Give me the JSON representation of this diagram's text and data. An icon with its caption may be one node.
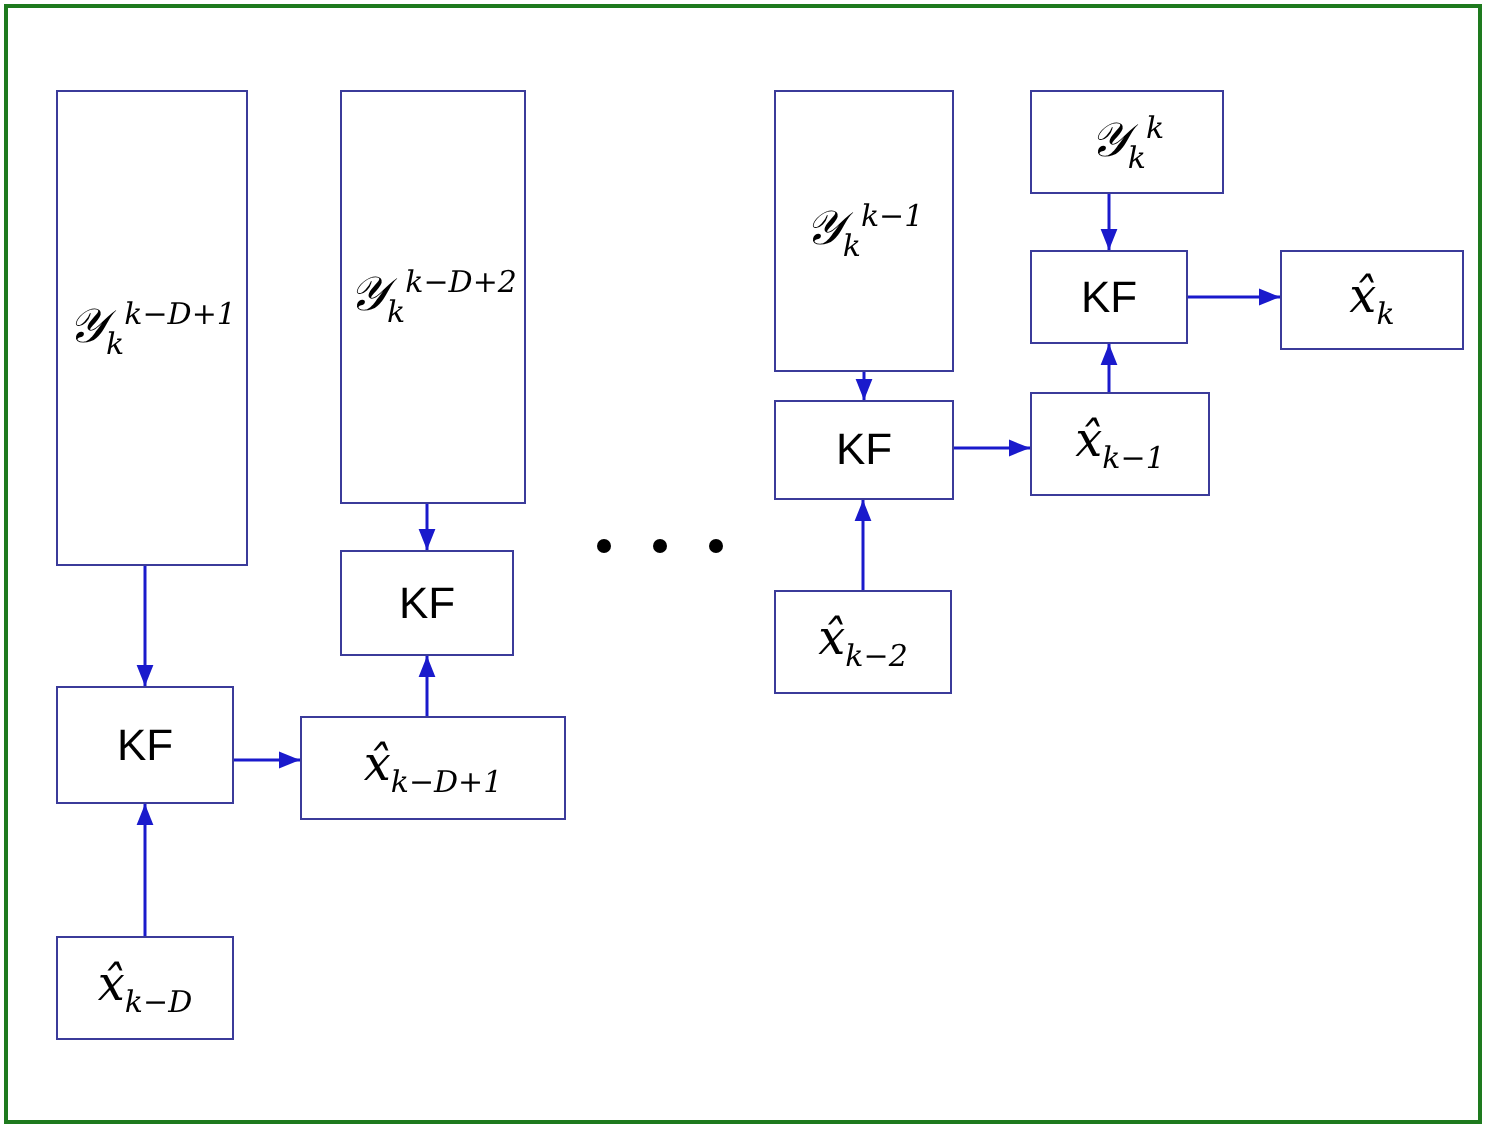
{
  "diagram": {
    "nodes": [
      {
        "text": [
          "𝒴$_{k}$$^{k−D+1}$"
        ]
      },
      {
        "text": [
          "KF"
        ]
      },
      {
        "text": [
          "x̂$_{k−D}$"
        ]
      },
      {
        "text": [
          "𝒴$_{k}$$^{k−D+2}$"
        ]
      },
      {
        "text": [
          "KF"
        ]
      },
      {
        "text": [
          "x̂$_{k−D+1}$"
        ]
      },
      {
        "text": [
          "𝒴$_{k}$$^{k−1}$"
        ]
      },
      {
        "text": [
          "KF"
        ]
      },
      {
        "text": [
          "x̂$_{k−2}$"
        ]
      },
      {
        "text": [
          "𝒴$_{k}$$^{k}$"
        ]
      },
      {
        "text": [
          "KF"
        ]
      },
      {
        "text": [
          "x̂$_{k−1}$"
        ]
      },
      {
        "text": [
          "x̂$_{k}$"
        ]
      }
    ],
    "edges": [
      {
        "from": 0,
        "to": 1,
        "arrow": "to"
      },
      {
        "from": 2,
        "to": 1,
        "arrow": "to"
      },
      {
        "from": 1,
        "to": 5,
        "arrow": "to"
      },
      {
        "from": 3,
        "to": 4,
        "arrow": "to"
      },
      {
        "from": 5,
        "to": 4,
        "arrow": "to"
      },
      {
        "from": 6,
        "to": 7,
        "arrow": "to"
      },
      {
        "from": 8,
        "to": 7,
        "arrow": "to"
      },
      {
        "from": 7,
        "to": 11,
        "arrow": "to"
      },
      {
        "from": 9,
        "to": 10,
        "arrow": "to"
      },
      {
        "from": 11,
        "to": 10,
        "arrow": "to"
      },
      {
        "from": 10,
        "to": 12,
        "arrow": "to"
      }
    ]
  }
}
